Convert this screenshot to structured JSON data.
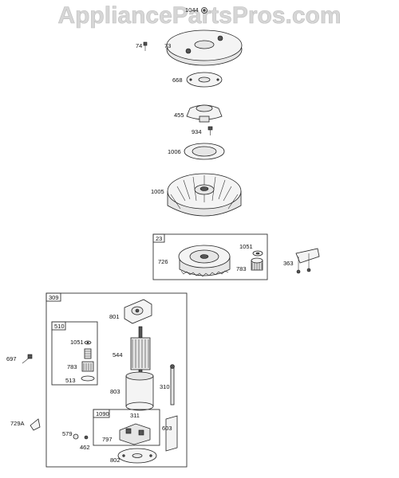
{
  "watermark": "AppliancePartsPros.com",
  "callouts": {
    "p1044": "1044",
    "p74": "74",
    "p73": "73",
    "p668": "668",
    "p455": "455",
    "p934": "934",
    "p1006": "1006",
    "p1005": "1005",
    "p726": "726",
    "p1051a": "1051",
    "p783a": "783",
    "p363": "363",
    "p801": "801",
    "p1051b": "1051",
    "p544": "544",
    "p783b": "783",
    "p513": "513",
    "p803": "803",
    "p310": "310",
    "p697": "697",
    "p729A": "729A",
    "p311": "311",
    "p603": "603",
    "p579": "579",
    "p797": "797",
    "p462": "462",
    "p802": "802"
  },
  "boxes": {
    "b23": "23",
    "b309": "309",
    "b510": "510",
    "b1090": "1090"
  }
}
